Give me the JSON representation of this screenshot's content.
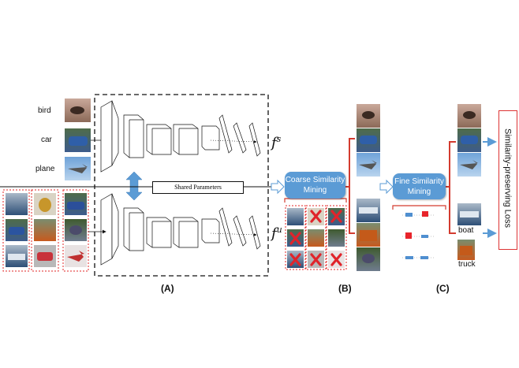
{
  "labels": {
    "bird": "bird",
    "car": "car",
    "plane": "plane",
    "boat": "boat",
    "truck": "truck",
    "fs_base": "f",
    "fs_sup": "s",
    "fu_base": "f",
    "fu_sup": "u",
    "shared_parameters": "Shared Parameters",
    "coarse_mining": "Coarse Similarity Mining",
    "fine_mining": "Fine Similarity Mining",
    "loss": "Similarity-preserving Loss",
    "panel_a": "(A)",
    "panel_b": "(B)",
    "panel_c": "(C)"
  },
  "colors": {
    "mining_box": "#5b9bd5",
    "arrow_blue": "#5b9bd5",
    "bracket_red": "#d33b2f",
    "cross_red": "#e0242b",
    "bar_red": "#e8242b",
    "bar_blue": "#4f8fd0"
  }
}
